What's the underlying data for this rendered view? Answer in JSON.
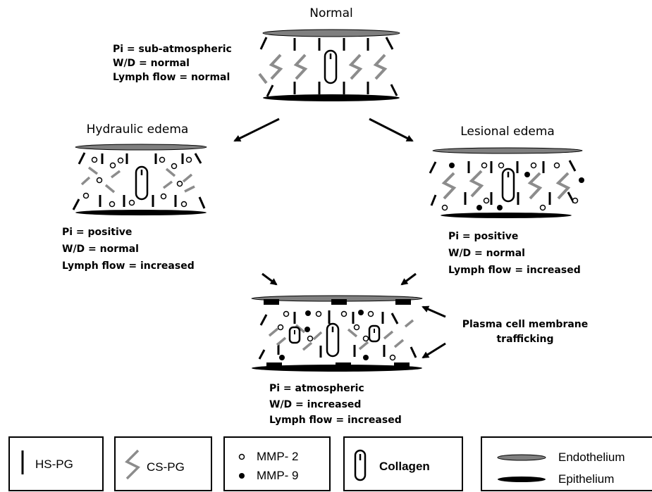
{
  "panels": {
    "normal": {
      "title": "Normal",
      "params": [
        "Pi = sub-atmospheric",
        "W/D = normal",
        "Lymph flow = normal"
      ]
    },
    "hydraulic": {
      "title": "Hydraulic edema",
      "params": [
        "Pi = positive",
        "W/D = normal",
        "Lymph flow = increased"
      ]
    },
    "lesional": {
      "title": "Lesional edema",
      "params": [
        "Pi = positive",
        "W/D = normal",
        "Lymph flow = increased"
      ]
    },
    "combined": {
      "params": [
        "Pi = atmospheric",
        "W/D = increased",
        "Lymph flow = increased"
      ],
      "annotation": [
        "Plasma cell membrane",
        "trafficking"
      ]
    }
  },
  "legend": {
    "hs_pg": "HS-PG",
    "cs_pg": "CS-PG",
    "mmp2": "MMP- 2",
    "mmp9": "MMP- 9",
    "collagen": "Collagen",
    "endothelium": "Endothelium",
    "epithelium": "Epithelium"
  },
  "colors": {
    "endothelium": "#7f7f7f",
    "epithelium": "#000000",
    "cs_pg": "#8c8c8c"
  }
}
